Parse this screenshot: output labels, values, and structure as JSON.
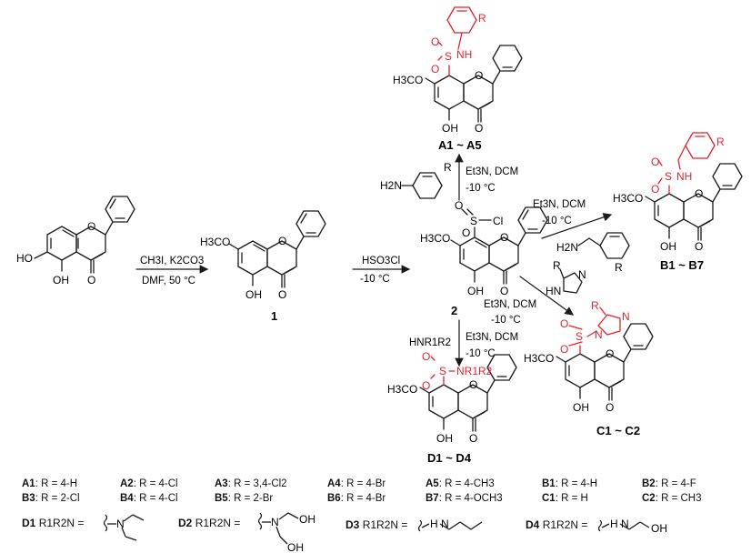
{
  "colors": {
    "bond": "#1a1a1a",
    "highlight": "#e8232a",
    "text": "#111111"
  },
  "molecules": {
    "chrysin": {
      "oh_top": "HO",
      "oh_bottom": "OH",
      "carbonyl": "O",
      "ring_o": "O"
    },
    "cmpd1": {
      "label": "1",
      "methoxy": "H3CO",
      "oh": "OH",
      "carbonyl": "O",
      "ring_o": "O"
    },
    "cmpd2": {
      "label": "2",
      "methoxy": "H3CO",
      "oh": "OH",
      "sulfonyl": "S",
      "cl": "Cl",
      "o1": "O",
      "o2": "O",
      "carbonyl": "O",
      "ring_o": "O"
    },
    "A": {
      "label": "A1 ~ A5",
      "methoxy": "H3CO",
      "oh": "OH",
      "nh": "NH",
      "s": "S",
      "r": "R",
      "o1": "O",
      "o2": "O",
      "carbonyl": "O",
      "ring_o": "O"
    },
    "B": {
      "label": "B1 ~ B7",
      "methoxy": "H3CO",
      "oh": "OH",
      "nh": "NH",
      "s": "S",
      "r": "R",
      "o1": "O",
      "o2": "O",
      "carbonyl": "O",
      "ring_o": "O"
    },
    "C": {
      "label": "C1 ~ C2",
      "methoxy": "H3CO",
      "oh": "OH",
      "n": "N",
      "n2": "N",
      "s": "S",
      "r": "R",
      "o1": "O",
      "o2": "O",
      "carbonyl": "O",
      "ring_o": "O"
    },
    "D": {
      "label": "D1 ~ D4",
      "methoxy": "H3CO",
      "oh": "OH",
      "nr": "NR1R2",
      "s": "S",
      "o1": "O",
      "o2": "O",
      "carbonyl": "O",
      "ring_o": "O"
    }
  },
  "reagents": {
    "step1": {
      "line1": "CH3I, K2CO3",
      "line2": "DMF, 50 °C"
    },
    "step2": {
      "line1": "HSO3Cl",
      "line2": "-10 °C"
    },
    "stepA": {
      "amine": "H2N",
      "r": "R",
      "line1": "Et3N, DCM",
      "line2": "-10 °C"
    },
    "stepB": {
      "amine": "H2N",
      "r": "R",
      "line1": "Et3N, DCM",
      "line2": "-10 °C"
    },
    "stepC": {
      "r": "R",
      "nh": "HN",
      "n": "N",
      "line1": "Et3N, DCM",
      "line2": "-10 °C"
    },
    "stepD": {
      "amine": "HNR1R2",
      "line1": "Et3N, DCM",
      "line2": "-10 °C"
    }
  },
  "legend": {
    "row1": [
      {
        "id": "A1",
        "text": ": R = 4-H"
      },
      {
        "id": "A2",
        "text": ": R = 4-Cl"
      },
      {
        "id": "A3",
        "text": ": R = 3,4-Cl2"
      },
      {
        "id": "A4",
        "text": ": R = 4-Br"
      },
      {
        "id": "A5",
        "text": ": R = 4-CH3"
      },
      {
        "id": "B1",
        "text": ": R = 4-H"
      },
      {
        "id": "B2",
        "text": ": R = 4-F"
      }
    ],
    "row2": [
      {
        "id": "B3",
        "text": ": R = 2-Cl"
      },
      {
        "id": "B4",
        "text": ": R = 4-Cl"
      },
      {
        "id": "B5",
        "text": ": R = 2-Br"
      },
      {
        "id": "B6",
        "text": ": R = 4-Br"
      },
      {
        "id": "B7",
        "text": ": R = 4-OCH3"
      },
      {
        "id": "C1",
        "text": ": R = H"
      },
      {
        "id": "C2",
        "text": ": R = CH3"
      }
    ],
    "amines": [
      {
        "id": "D1",
        "prefix": "R1R2N =",
        "n": "N"
      },
      {
        "id": "D2",
        "prefix": "R1R2N =",
        "n": "N",
        "oh1": "OH",
        "oh2": "OH"
      },
      {
        "id": "D3",
        "prefix": "R1R2N =",
        "n": "H\nN"
      },
      {
        "id": "D4",
        "prefix": "R1R2N =",
        "n": "H\nN",
        "oh": "OH"
      }
    ]
  }
}
